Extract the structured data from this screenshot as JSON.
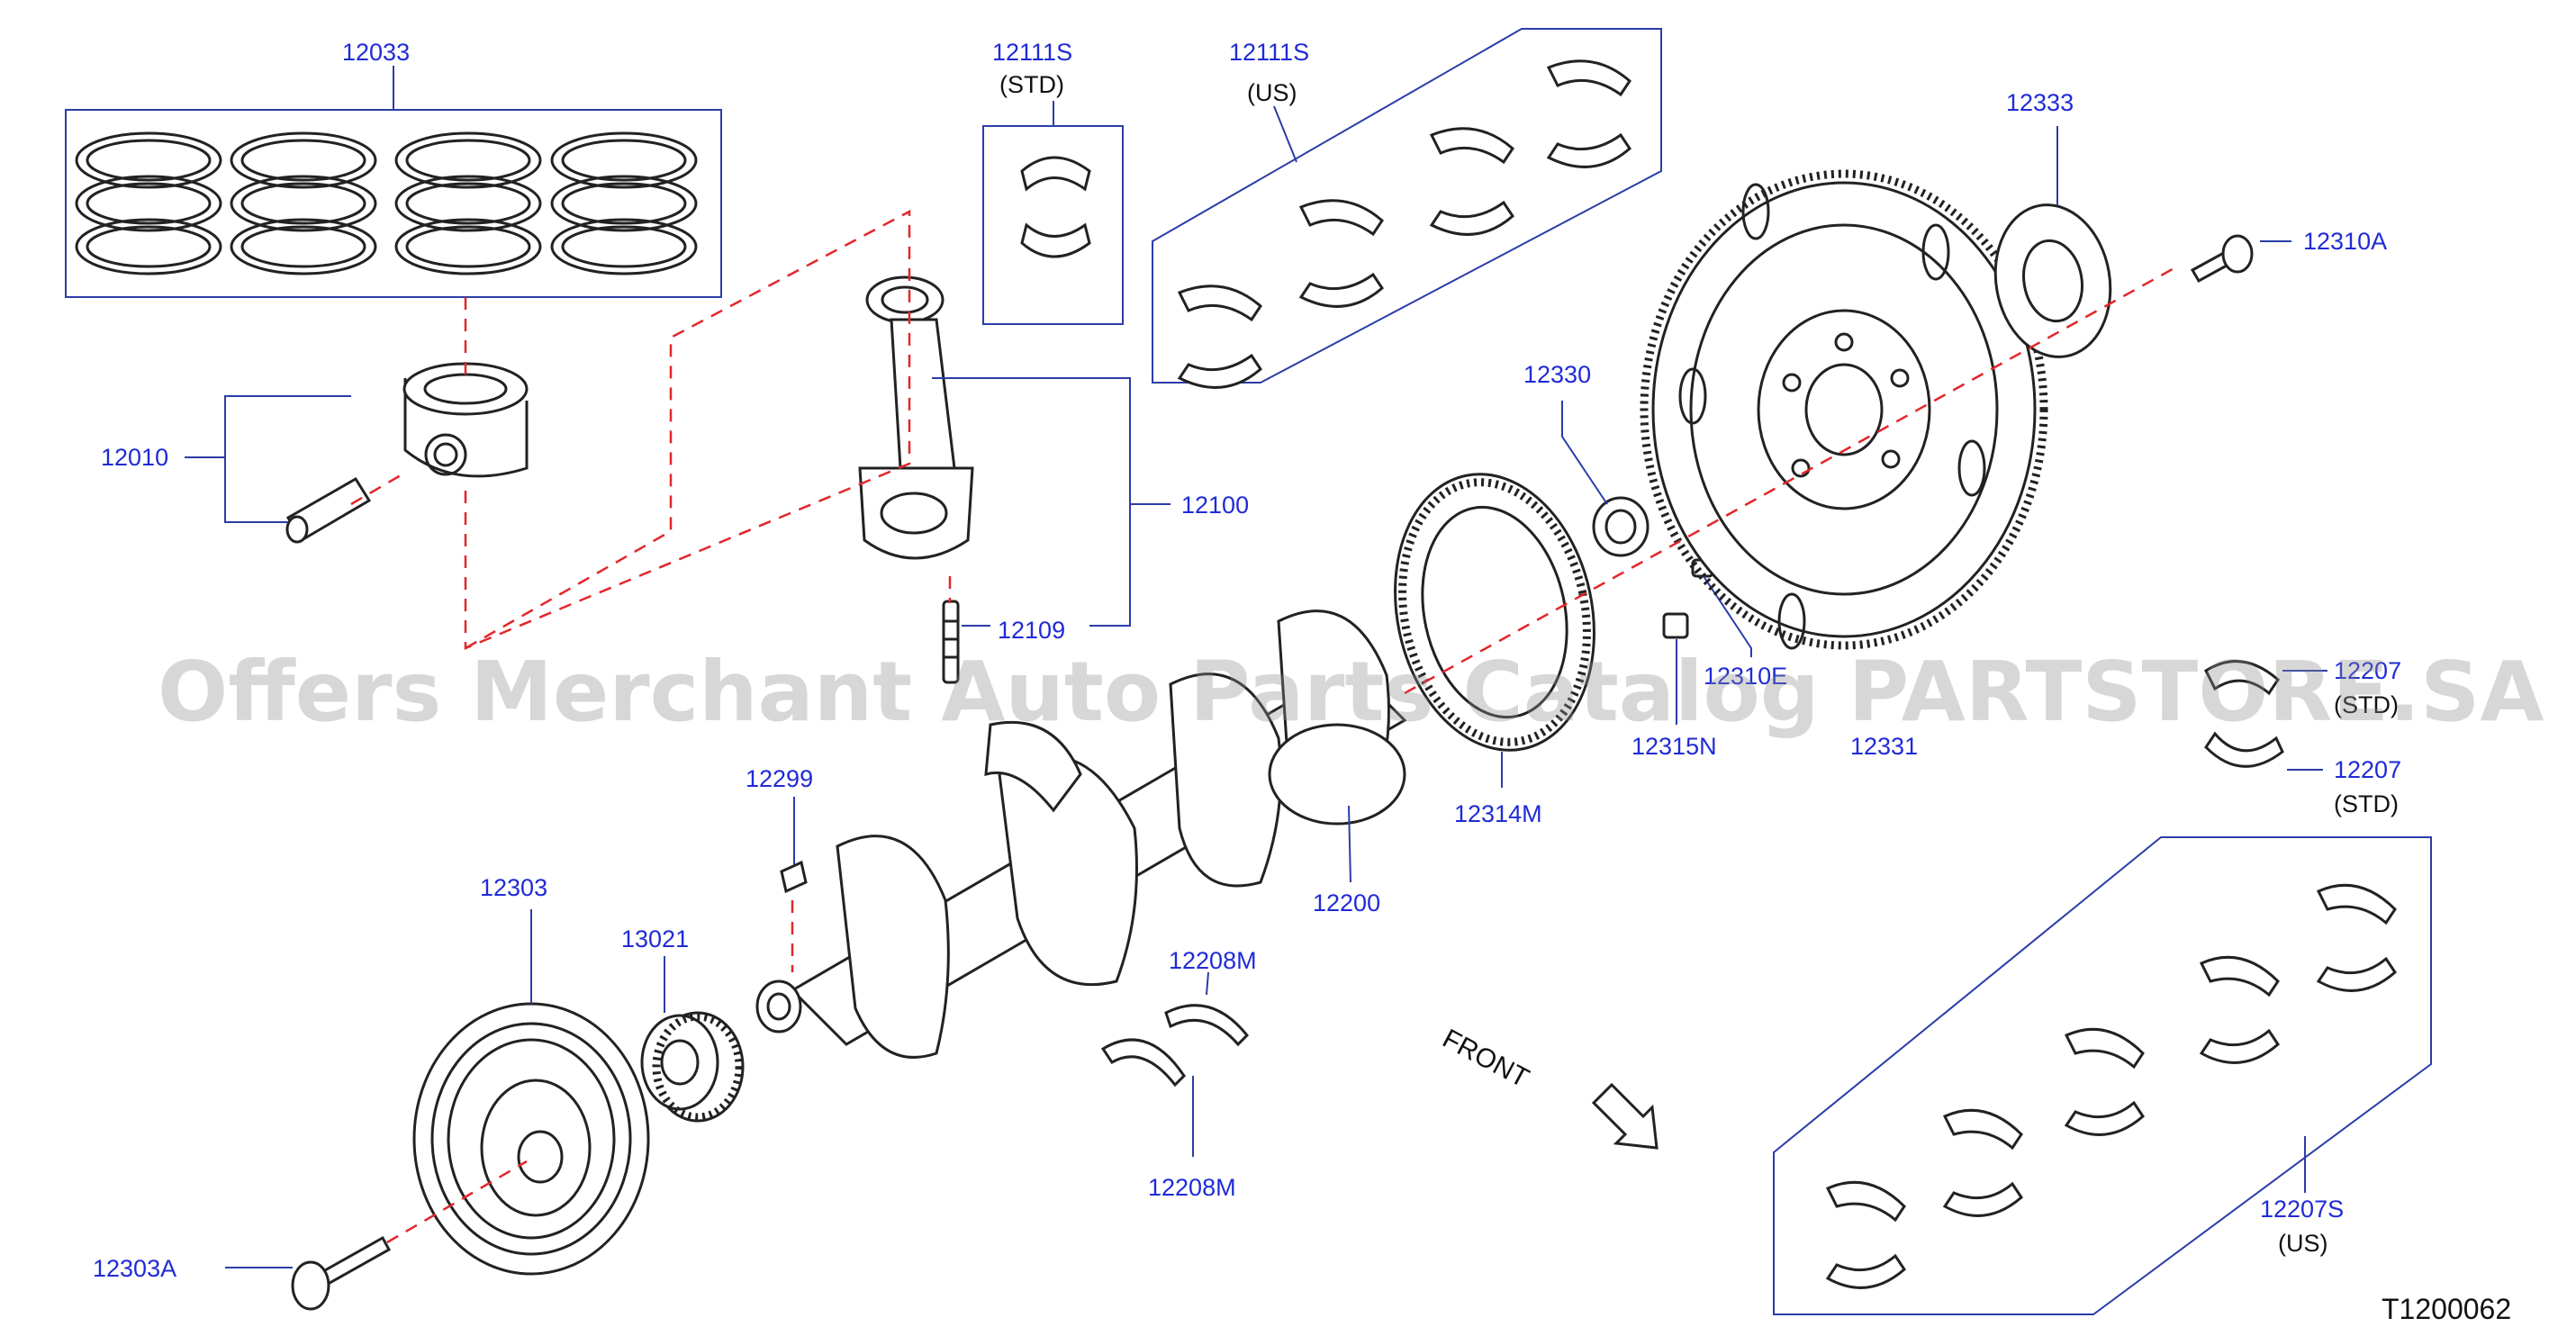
{
  "diagram": {
    "code": "T1200062",
    "front_label": "FRONT",
    "watermark": "Offers Merchant Auto Parts Catalog PARTSTORE.SA"
  },
  "callouts": {
    "c12033": "12033",
    "c12010": "12010",
    "c12111s_std": "12111S",
    "c12111s_std_note": "(STD)",
    "c12111s_us": "12111S",
    "c12111s_us_note": "(US)",
    "c12100": "12100",
    "c12109": "12109",
    "c12333": "12333",
    "c12310a": "12310A",
    "c12330": "12330",
    "c12310e": "12310E",
    "c12315n": "12315N",
    "c12331": "12331",
    "c12314m": "12314M",
    "c12207_top": "12207",
    "c12207_top_note": "(STD)",
    "c12207": "12207",
    "c12207_note": "(STD)",
    "c12299": "12299",
    "c12200": "12200",
    "c12303": "12303",
    "c13021": "13021",
    "c12208m_top": "12208M",
    "c12208m_bottom": "12208M",
    "c12207s_us": "12207S",
    "c12207s_us_note": "(US)",
    "c12303a": "12303A"
  }
}
